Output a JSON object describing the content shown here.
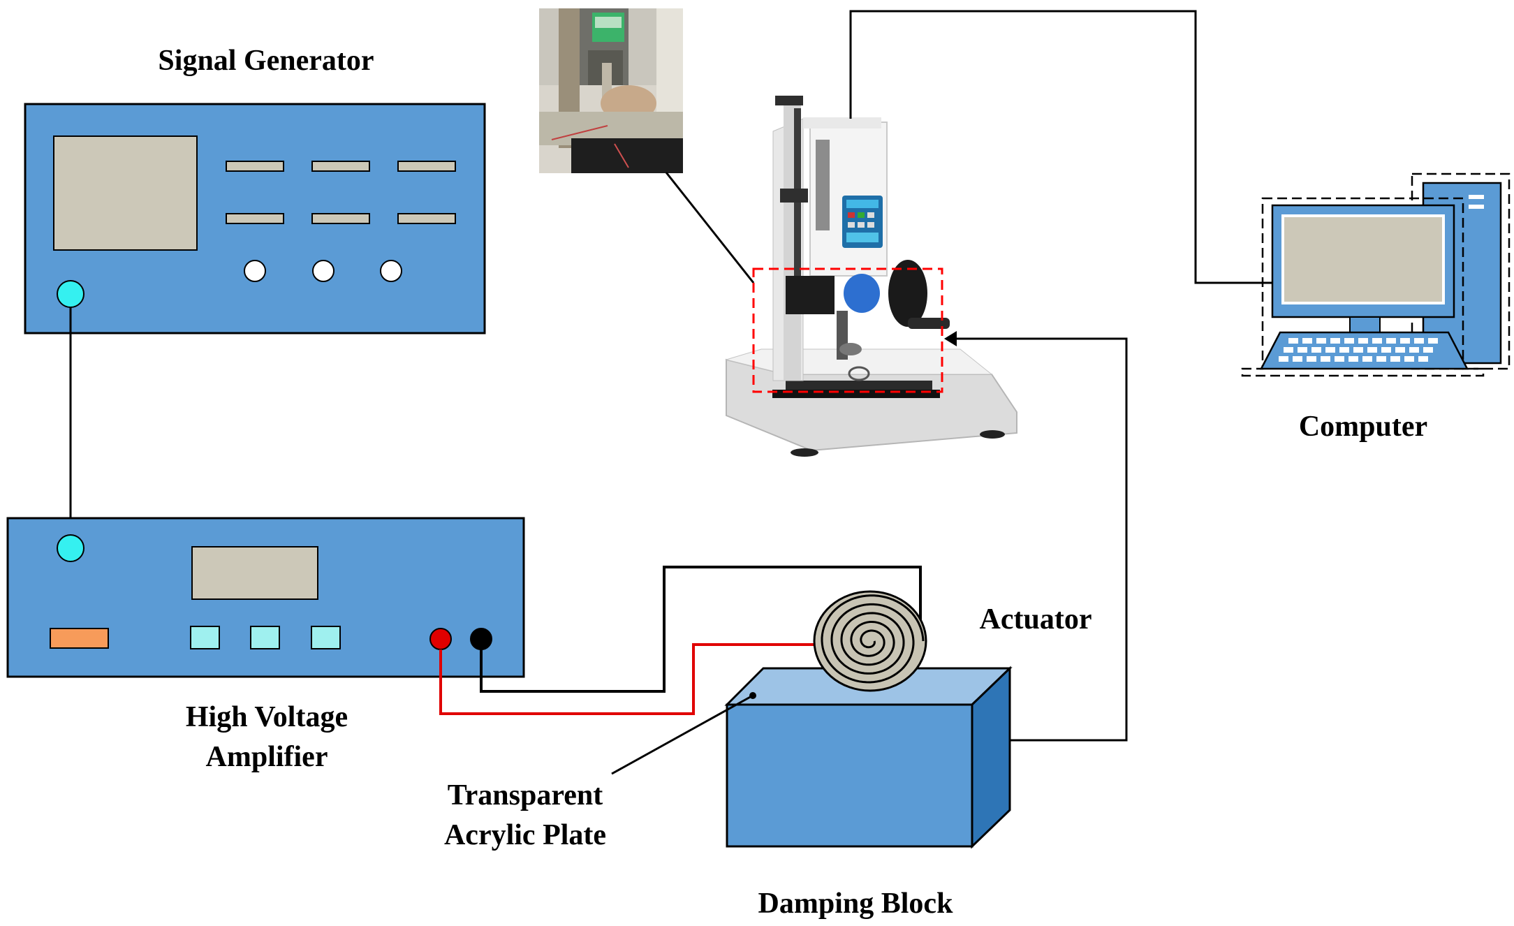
{
  "labels": {
    "signal_generator": "Signal Generator",
    "computer": "Computer",
    "actuator": "Actuator",
    "high_voltage_amplifier_line1": "High Voltage",
    "high_voltage_amplifier_line2": "Amplifier",
    "transparent_acrylic_plate_line1": "Transparent",
    "transparent_acrylic_plate_line2": "Acrylic Plate",
    "damping_block": "Damping Block"
  },
  "colors": {
    "device_blue": "#5b9bd5",
    "screen_gray": "#ccc8b8",
    "knob_cyan": "#35f0f0",
    "indicator_orange": "#f79b5a",
    "wire_red": "#e00000",
    "wire_black": "#000000",
    "highlight_red": "#ff0000",
    "box_top": "#9dc3e6",
    "box_side": "#2e75b6"
  },
  "icons": {
    "test_stand": "force-test-stand-photo",
    "inset_photo": "experiment-inset-photo",
    "spiral": "spiral-electrode-actuator"
  }
}
